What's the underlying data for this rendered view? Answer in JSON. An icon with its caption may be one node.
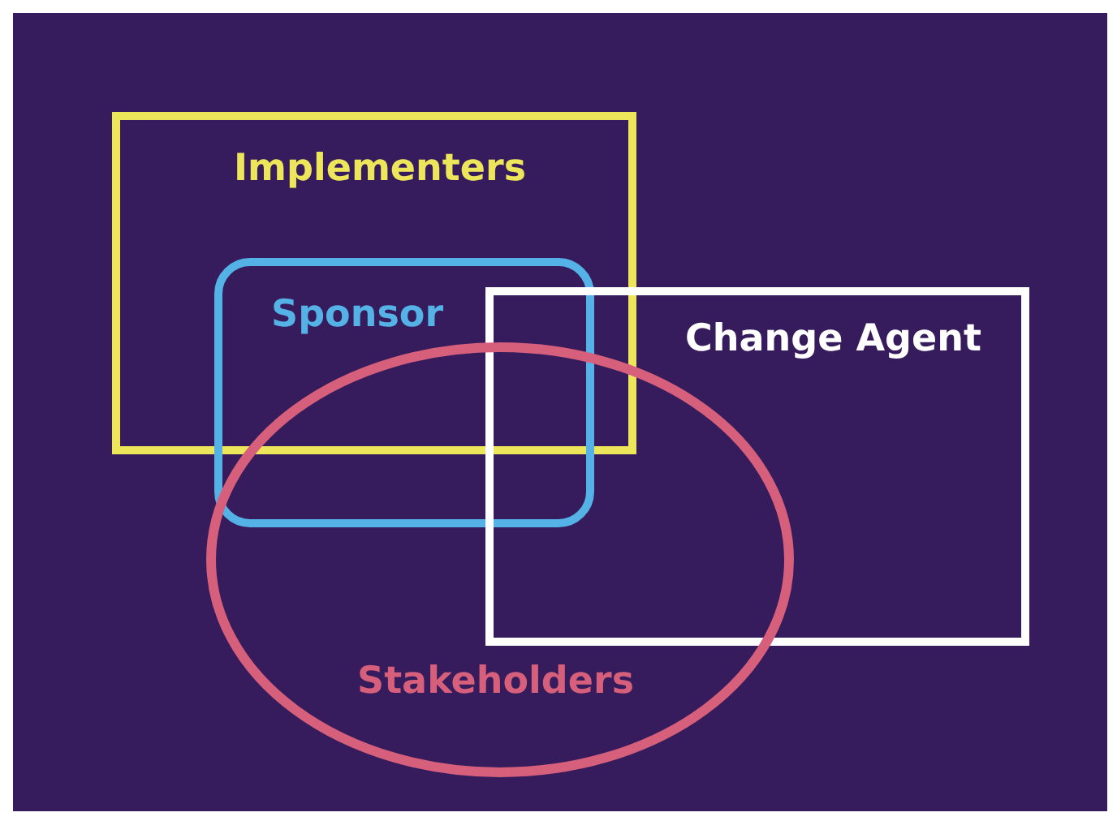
{
  "diagram": {
    "nodes": [
      {
        "text": [
          "Implementers"
        ]
      },
      {
        "text": [
          "Sponsor"
        ]
      },
      {
        "text": [
          "Change Agent"
        ]
      },
      {
        "text": [
          "Stakeholders"
        ]
      }
    ]
  }
}
